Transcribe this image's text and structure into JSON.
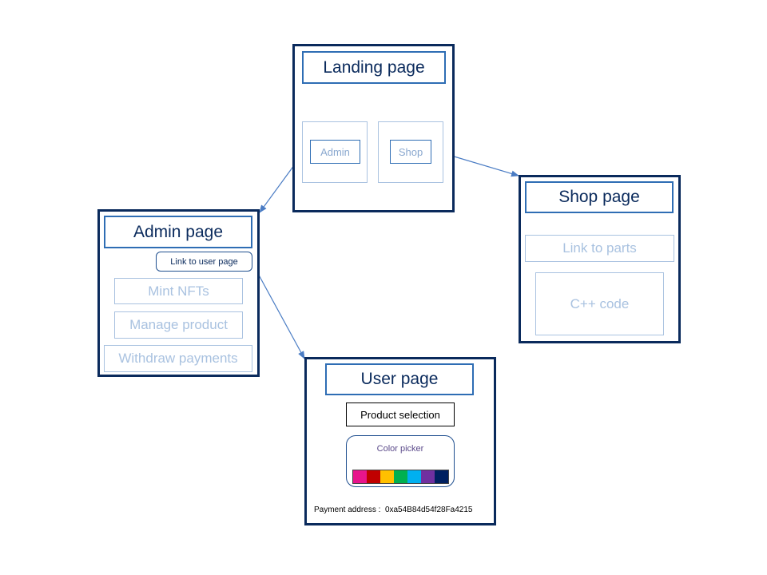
{
  "landing": {
    "title": "Landing page",
    "admin_button": "Admin",
    "shop_button": "Shop"
  },
  "admin": {
    "title": "Admin page",
    "link_to_user": "Link to user page",
    "mint": "Mint NFTs",
    "manage": "Manage product",
    "withdraw": "Withdraw payments"
  },
  "shop": {
    "title": "Shop page",
    "parts_link": "Link to parts",
    "code": "C++ code"
  },
  "user": {
    "title": "User page",
    "product_selection": "Product  selection",
    "color_picker_label": "Color picker",
    "swatches": [
      "#e8158c",
      "#c00000",
      "#ffc000",
      "#00b050",
      "#00b0f0",
      "#7030a0",
      "#002060"
    ],
    "payment_label": "Payment address :",
    "payment_value": "0xa54B84d54f28Fa4215"
  },
  "colors": {
    "page_border": "#0a2a5c",
    "title_border": "#2e6db4",
    "faint": "#a9c2e0",
    "arrow": "#4a7cc4"
  }
}
